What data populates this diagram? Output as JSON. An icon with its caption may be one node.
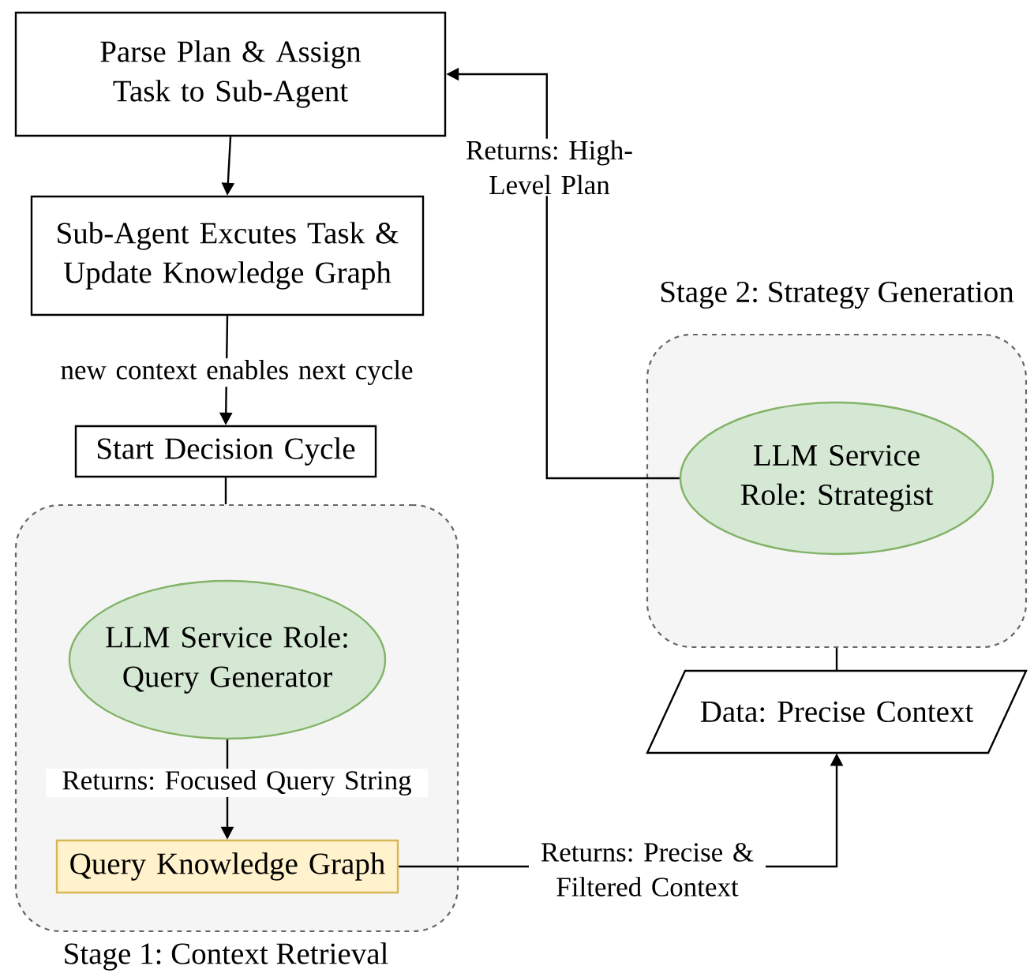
{
  "diagram": {
    "nodes": [
      {
        "text": [
          "Parse Plan & Assign Task to Sub-Agent"
        ]
      },
      {
        "text": [
          "Sub-Agent Excutes Task & Update Knowledge Graph"
        ]
      },
      {
        "text": [
          "Start Decision Cycle"
        ]
      },
      {
        "text": [
          "Stage 1: Context Retrieval"
        ]
      },
      {
        "text": [
          "LLM Service Role: Query Generator"
        ],
        "in": 3
      },
      {
        "text": [
          "Query Knowledge Graph"
        ],
        "in": 3
      },
      {
        "text": [
          "Stage 2: Strategy Generation"
        ]
      },
      {
        "text": [
          "LLM Service Role: Strategist"
        ],
        "in": 6
      },
      {
        "text": [
          "Data: Precise Context"
        ]
      }
    ],
    "edges": [
      {
        "from": 0,
        "to": 1,
        "arrow": "to"
      },
      {
        "from": 1,
        "to": 2,
        "arrow": "to",
        "label": "new context enables next cycle"
      },
      {
        "from": 2,
        "to": 3,
        "arrow": "none"
      },
      {
        "from": 4,
        "to": 5,
        "arrow": "to",
        "label": "Returns: Focused Query String"
      },
      {
        "from": 5,
        "to": 8,
        "arrow": "to",
        "label": "Returns: Precise & Filtered Context"
      },
      {
        "from": 6,
        "to": 8,
        "arrow": "none"
      },
      {
        "from": 7,
        "to": 0,
        "arrow": "to",
        "label": "Returns: High-Level Plan"
      }
    ]
  }
}
